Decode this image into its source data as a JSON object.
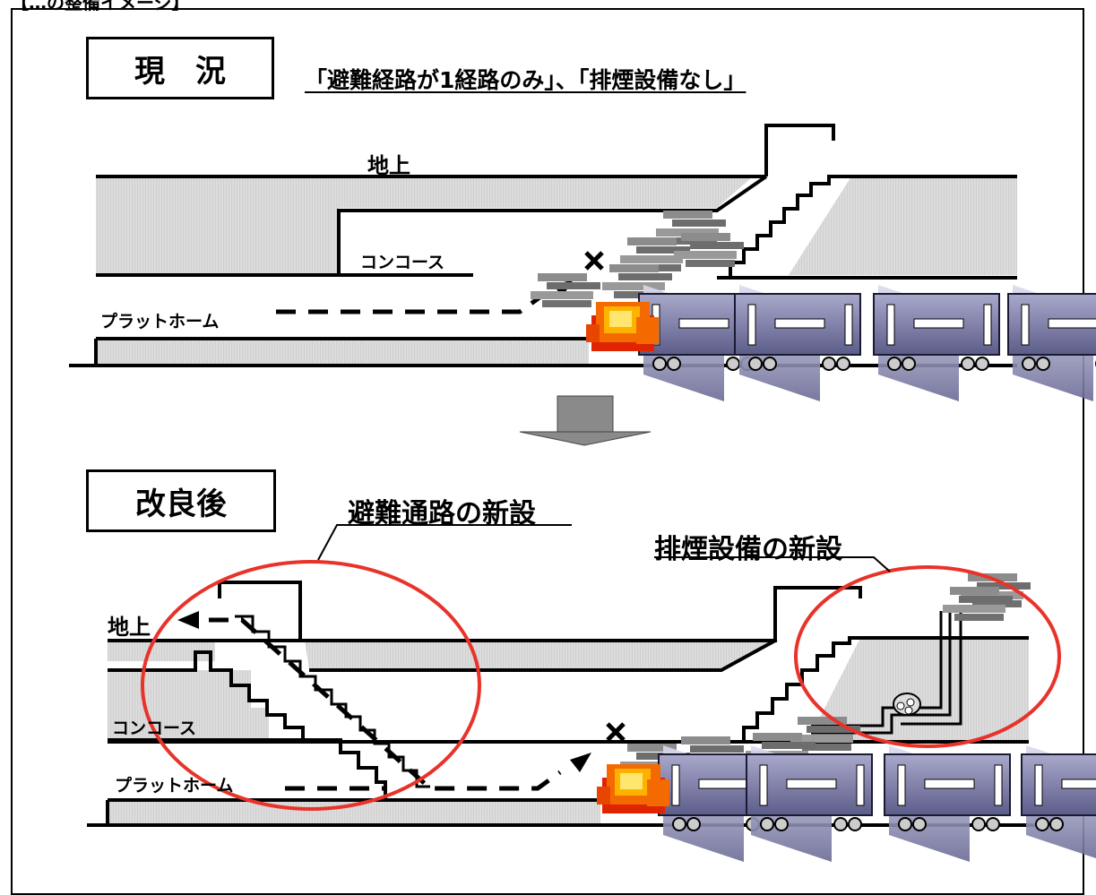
{
  "header": {
    "partial": "【…の整備イメージ】"
  },
  "current": {
    "title": "現　況",
    "subtitle": "「避難経路が1経路のみ」、「排煙設備なし」",
    "labels": {
      "ground": "地上",
      "concourse": "コンコース",
      "platform": "プラットホーム"
    }
  },
  "improved": {
    "title": "改良後",
    "callout_evac": "避難通路の新設",
    "callout_smoke": "排煙設備の新設",
    "labels": {
      "ground": "地上",
      "concourse": "コンコース",
      "platform": "プラットホーム"
    }
  },
  "icons": [
    "blocked-x-icon",
    "fire-icon",
    "smoke-icon",
    "down-arrow-icon",
    "smoke-fan-icon"
  ],
  "colors": {
    "floor_fill": "#d9d9d9",
    "train_fill": "#7f7fa8",
    "highlight": "#e8332a",
    "fire": "#f2a30f"
  }
}
